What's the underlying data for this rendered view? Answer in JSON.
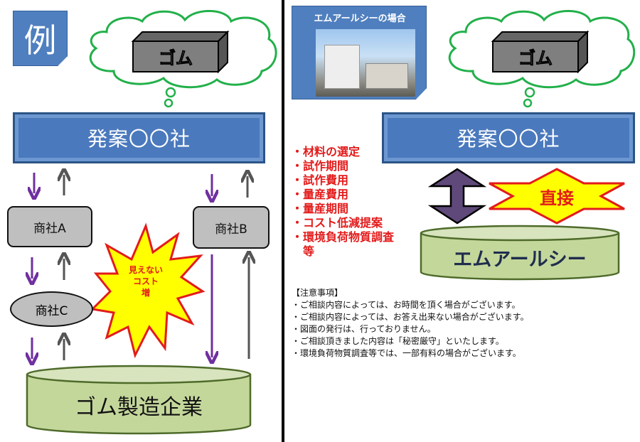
{
  "left": {
    "example_label": "例",
    "thought_item": "ゴム",
    "client": "発案〇〇社",
    "trader_a": "商社A",
    "trader_b": "商社B",
    "trader_c": "商社C",
    "hidden_cost": [
      "見えない",
      "コスト",
      "増"
    ],
    "manufacturer": "ゴム製造企業"
  },
  "right": {
    "card_title": "エムアールシーの場合",
    "thought_item": "ゴム",
    "client": "発案〇〇社",
    "items": [
      "・材料の選定",
      "・試作期間",
      "・試作費用",
      "・量産費用",
      "・量産期間",
      "・コスト低減提案",
      "・環境負荷物質調査",
      "　等"
    ],
    "direct_label": "直接",
    "company": "エムアールシー",
    "notes_title": "【注意事項】",
    "notes": [
      "・ご相談内容によっては、お時間を頂く場合がございます。",
      "・ご相談内容によっては、お答え出来ない場合がございます。",
      "・図面の発行は、行っておりません。",
      "・ご相談頂きました内容は「秘密厳守」といたします。",
      "・環境負荷物質調査等では、一部有料の場合がございます。"
    ]
  },
  "colors": {
    "blue": "#4a79bd",
    "purple": "#7030a0",
    "green_cloud": "#22b04a",
    "cylinder": "#c4d79b",
    "red": "#e31b1b",
    "yellow": "#ffff00"
  }
}
